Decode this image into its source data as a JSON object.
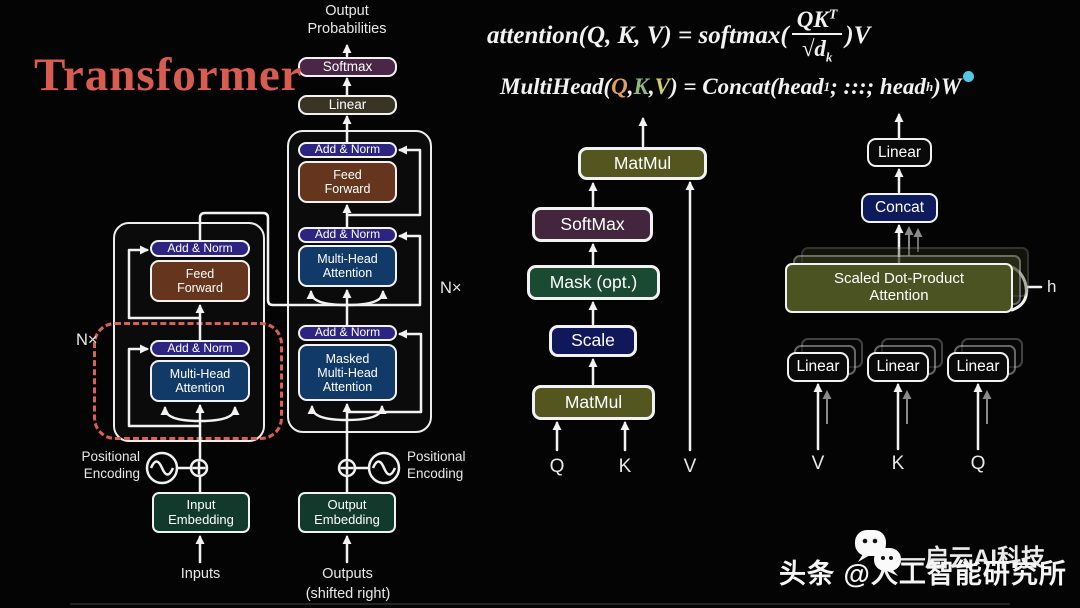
{
  "title": "Transformer",
  "formulas": {
    "attention": {
      "pre": "attention(Q, K, V) = softmax(",
      "num": "QK",
      "num_sup": "T",
      "den": "√d",
      "den_sub": "k",
      "post": ")V"
    },
    "multihead": {
      "pre": "MultiHead(",
      "q": "Q",
      "sep1": ", ",
      "k": "K",
      "sep2": ", ",
      "v": "V",
      "mid": ") = Concat(head",
      "sub1": "1",
      "mid2": "; :::; head",
      "subh": "h",
      "post": ")W"
    }
  },
  "left": {
    "output_probabilities": "Output\nProbabilities",
    "softmax": "Softmax",
    "linear": "Linear",
    "add_norm": "Add & Norm",
    "feed_forward": "Feed\nForward",
    "mha": "Multi-Head\nAttention",
    "masked_mha": "Masked\nMulti-Head\nAttention",
    "input_embedding": "Input\nEmbedding",
    "output_embedding": "Output\nEmbedding",
    "nx": "N×",
    "positional_encoding": "Positional\nEncoding",
    "inputs": "Inputs",
    "outputs": "Outputs",
    "outputs_note": "(shifted right)"
  },
  "middle": {
    "matmul_top": "MatMul",
    "softmax": "SoftMax",
    "mask": "Mask (opt.)",
    "scale": "Scale",
    "matmul_bottom": "MatMul",
    "q": "Q",
    "k": "K",
    "v": "V"
  },
  "right": {
    "linear_top": "Linear",
    "concat": "Concat",
    "sdpa": "Scaled Dot-Product\nAttention",
    "linear": "Linear",
    "v": "V",
    "k": "K",
    "q": "Q",
    "h": "h"
  },
  "watermark": {
    "platform": "头条 @人工智能研究所",
    "brand": "—启云AI科技"
  },
  "colors": {
    "title": "#d95c50",
    "formula_q": "#dd9e5f",
    "formula_k": "#90b97f",
    "formula_v": "#d2cd6d",
    "w_superscript_dot": "#54c7e6",
    "add_norm": "#2d2380",
    "feed_forward": "#66351d",
    "attention_blue": "#123a68",
    "softmax_plum": "#4a2746",
    "linear_olive": "#3a3424",
    "embedding_teal": "#113a2d",
    "matmul_olive": "#53561f",
    "mask_green": "#1b4a33",
    "scale_navy": "#10175a",
    "concat_navy": "#0d1b5c",
    "sdpa_olive": "#4c5322",
    "red_dashed": "#d96055"
  }
}
